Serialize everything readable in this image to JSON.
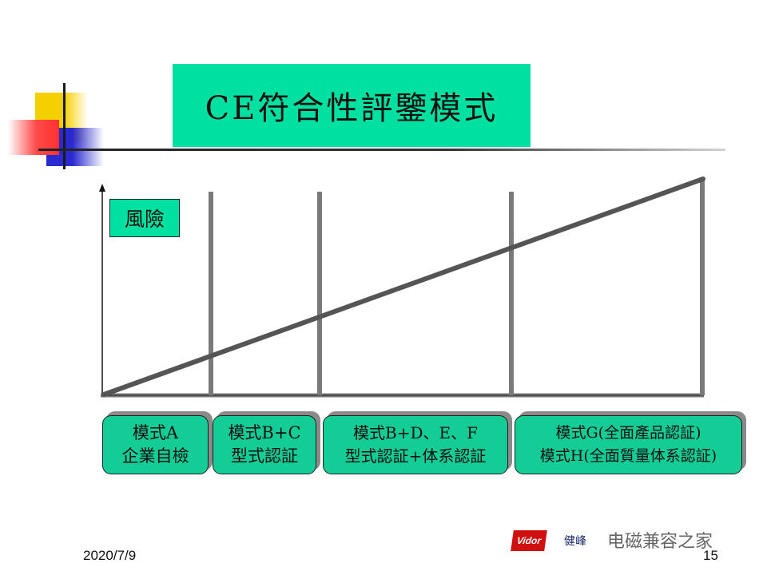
{
  "slide": {
    "title": "CE符合性評鑒模式",
    "risk_label": "風險",
    "modes": [
      {
        "line1": "模式A",
        "line2": "企業自檢"
      },
      {
        "line1": "模式B+C",
        "line2": "型式認証"
      },
      {
        "line1": "模式B+D、E、F",
        "line2": "型式認証+体系認証"
      },
      {
        "line1": "模式G(全面產品認証)",
        "line2": "模式H(全面質量体系認証)"
      }
    ]
  },
  "footer": {
    "date": "2020/7/9",
    "page_number": "15",
    "logo_text": "Vidor",
    "company_text": "健峰",
    "watermark": "电磁兼容之家"
  },
  "colors": {
    "title_bg": "#00e0a0",
    "mode_box_bg": "#14cc96",
    "divider": "#7a7a7a",
    "risk_line": "#555555"
  }
}
